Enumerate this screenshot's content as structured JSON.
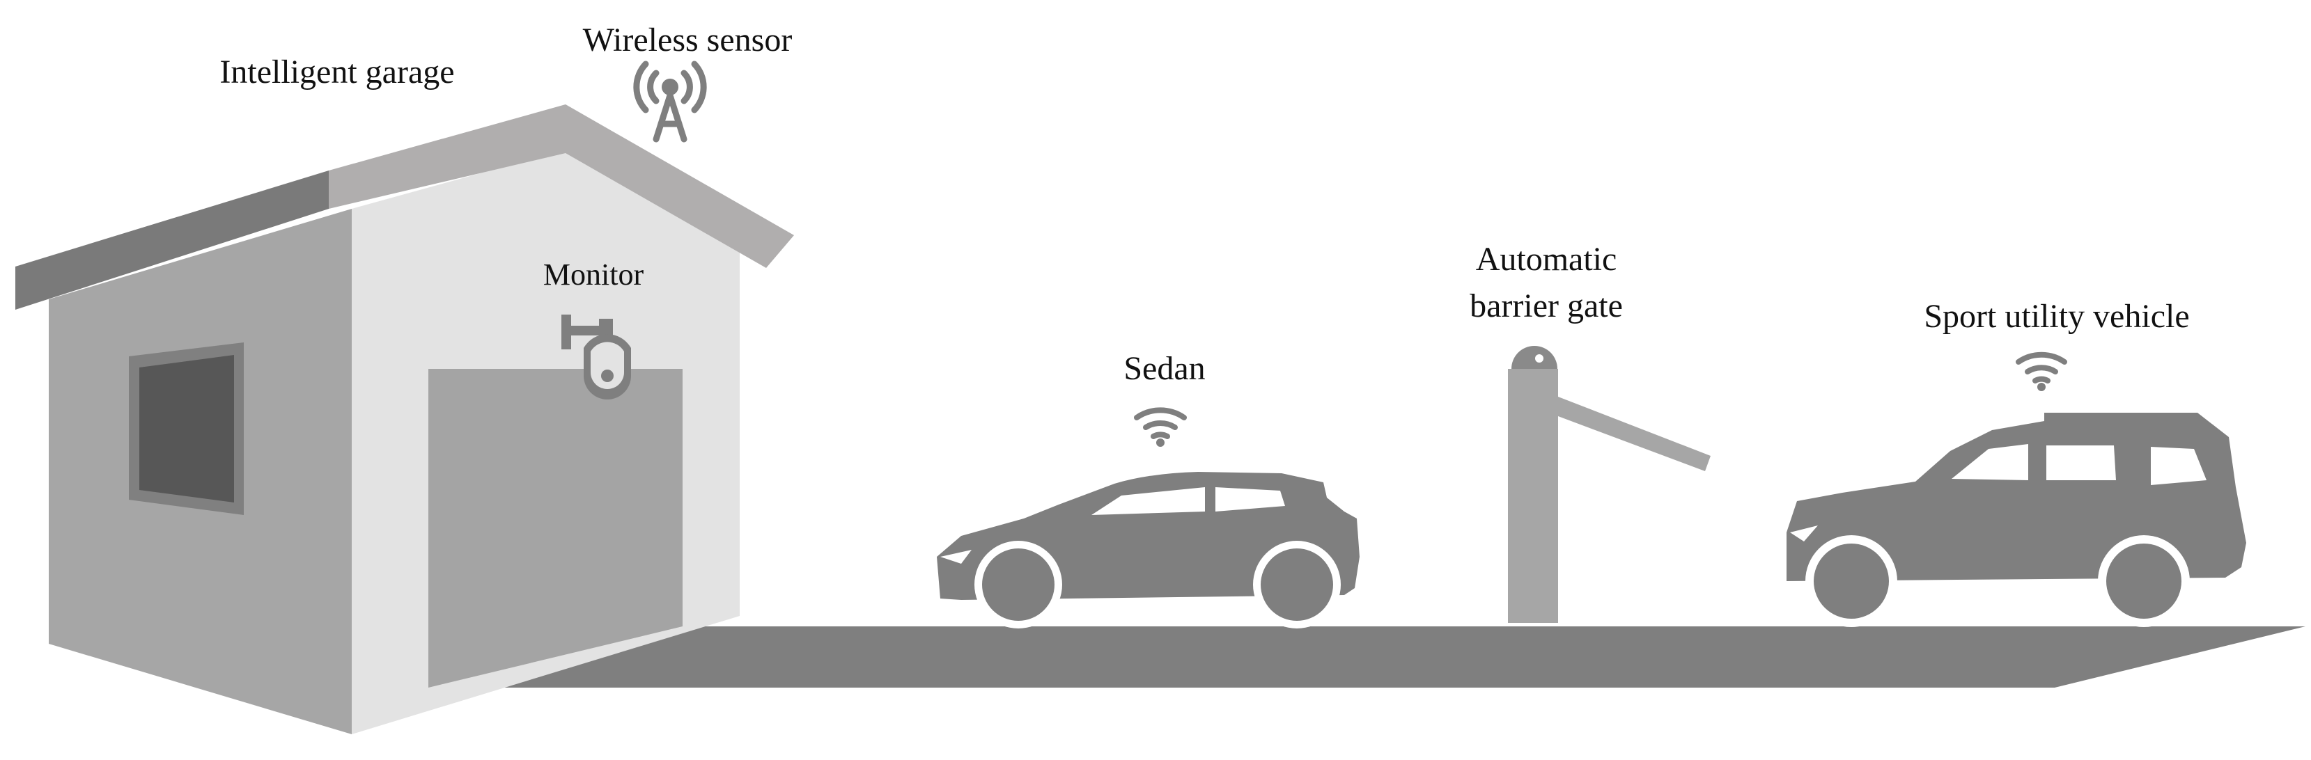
{
  "labels": {
    "garage": "Intelligent garage",
    "sensor": "Wireless sensor",
    "monitor": "Monitor",
    "sedan": "Sedan",
    "gate_line1": "Automatic",
    "gate_line2": "barrier gate",
    "suv": "Sport utility vehicle"
  },
  "icons": {
    "sensor": "antenna-tower-icon",
    "monitor": "security-camera-icon",
    "sedan_signal": "wifi-icon",
    "suv_signal": "wifi-icon"
  },
  "colors": {
    "background": "#ffffff",
    "road": "#7f7f7f",
    "vehicle": "#7f7f7f",
    "wall_side": "#a6a6a6",
    "wall_front": "#e3e3e3",
    "roof_dark": "#7a7a7a",
    "roof_light": "#b0aeae",
    "door": "#a4a4a4",
    "window_frame": "#808080",
    "window_glass": "#575757",
    "gate": "#a6a6a6",
    "text": "#111111"
  }
}
